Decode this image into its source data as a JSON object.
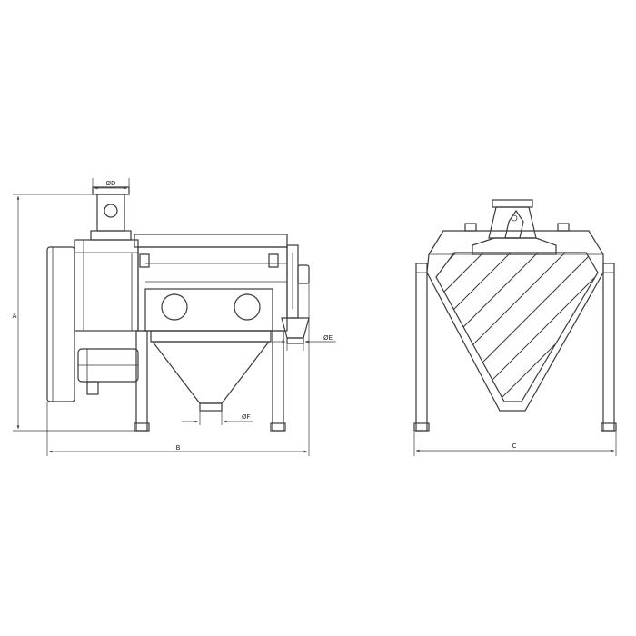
{
  "dimensions": {
    "A": "A",
    "B": "B",
    "C": "C",
    "D": "ØD",
    "E": "ØE",
    "F": "ØF"
  },
  "colors": {
    "line": "#3a3a3a",
    "background": "#ffffff"
  }
}
